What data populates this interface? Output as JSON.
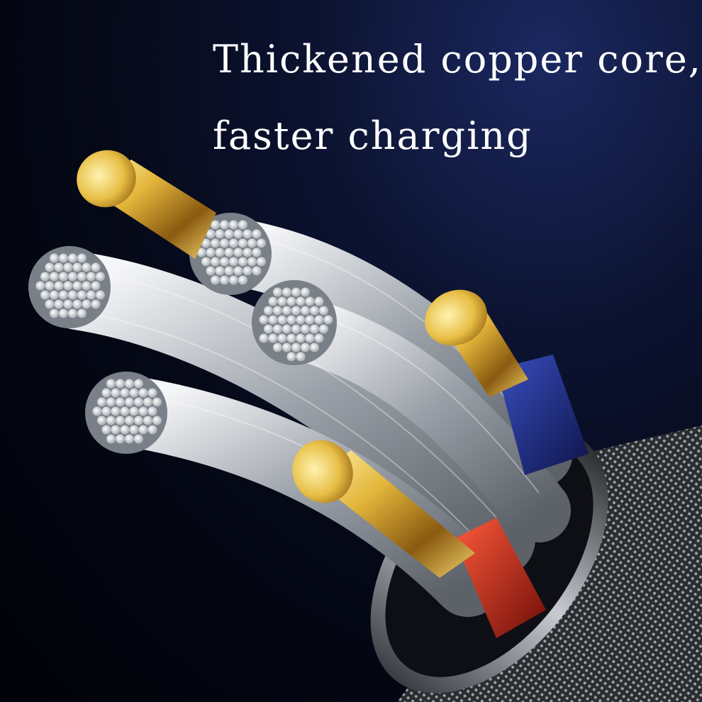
{
  "headline": {
    "line1": "Thickened copper core,",
    "line2": "faster charging"
  },
  "colors": {
    "background": "#050816",
    "copper": "#e0b83a",
    "silver": "#d9dce0",
    "insulation_blue": "#1f2f8a",
    "insulation_red": "#c8261c",
    "text": "#ffffff"
  },
  "icons": [
    "copper-core",
    "silver-strand-bundle",
    "cable-jacket"
  ]
}
